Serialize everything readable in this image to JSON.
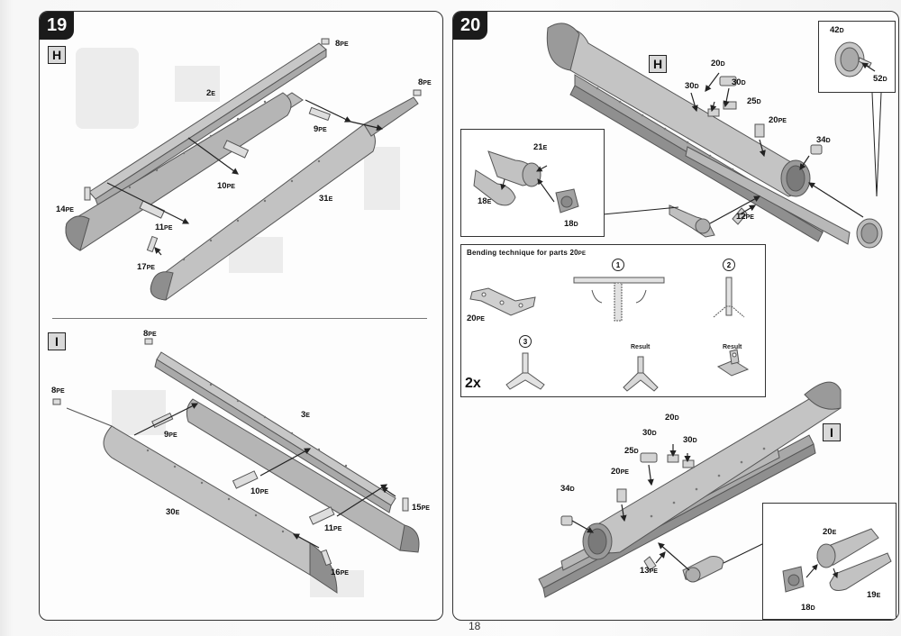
{
  "page_number": "18",
  "step19": {
    "number": "19",
    "sub_h": "H",
    "sub_i": "I",
    "labels_h": {
      "pe8a": "8",
      "pe8b": "8",
      "p2e": "2",
      "p9pe": "9",
      "p10pe": "10",
      "p14pe": "14",
      "p11pe": "11",
      "p31e": "31",
      "p17pe": "17"
    },
    "labels_i": {
      "pe8a": "8",
      "pe8b": "8",
      "p3e": "3",
      "p9pe": "9",
      "p10pe": "10",
      "p30e": "30",
      "p11pe": "11",
      "p15pe": "15",
      "p16pe": "16"
    }
  },
  "step20": {
    "number": "20",
    "sub_h": "H",
    "sub_i": "I",
    "labels_h": {
      "p42d": "42",
      "p52d": "52",
      "p20d": "20",
      "p30da": "30",
      "p30db": "30",
      "p25d": "25",
      "p20pe": "20",
      "p34d": "34",
      "p21e": "21",
      "p18e": "18",
      "p18d": "18",
      "p12pe": "12"
    },
    "labels_i": {
      "p20d": "20",
      "p30da": "30",
      "p30db": "30",
      "p25d": "25",
      "p20pe": "20",
      "p34d": "34",
      "p13pe": "13",
      "p20e": "20",
      "p19e": "19",
      "p18d": "18"
    },
    "suffix": {
      "pe": "PE",
      "e": "E",
      "d": "D"
    },
    "bending": {
      "title": "Bending technique for parts 20",
      "title_part": "PE",
      "step1": "1",
      "step2": "2",
      "step3": "3",
      "result1": "Result",
      "result2": "Result",
      "part_label": "20",
      "count": "2x"
    }
  }
}
